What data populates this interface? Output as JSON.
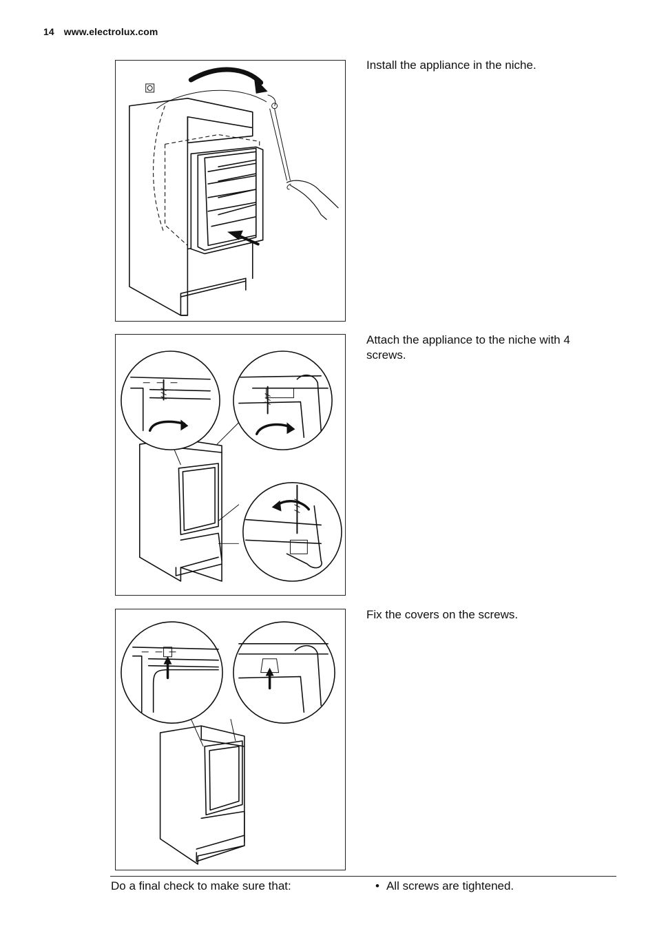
{
  "header": {
    "page_number": "14",
    "website": "www.electrolux.com"
  },
  "steps": [
    {
      "text": "Install the appliance in the niche."
    },
    {
      "text": "Attach the appliance to the niche with 4 screws."
    },
    {
      "text": "Fix the covers on the screws."
    }
  ],
  "final_check": {
    "intro": "Do a final check to make sure that:",
    "bullets": [
      "All screws are tightened."
    ]
  }
}
